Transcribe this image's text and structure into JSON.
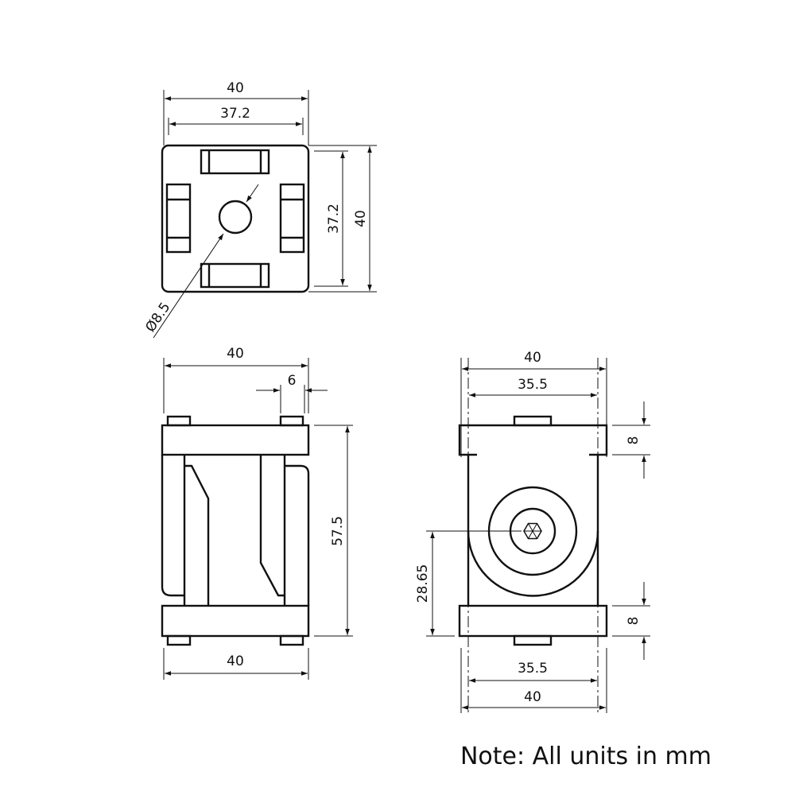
{
  "top_view": {
    "width_outer": "40",
    "width_inner": "37.2",
    "height_inner": "37.2",
    "height_outer": "40",
    "hole_diameter": "Ø8.5"
  },
  "side_view": {
    "width_top": "40",
    "peg_offset": "6",
    "height": "57.5",
    "width_bottom": "40"
  },
  "front_view": {
    "width_top": "40",
    "inner_top": "35.5",
    "plate_top": "8",
    "center_height": "28.65",
    "plate_bottom": "8",
    "inner_bottom": "35.5",
    "width_bottom": "40"
  },
  "note": "Note: All units in mm"
}
